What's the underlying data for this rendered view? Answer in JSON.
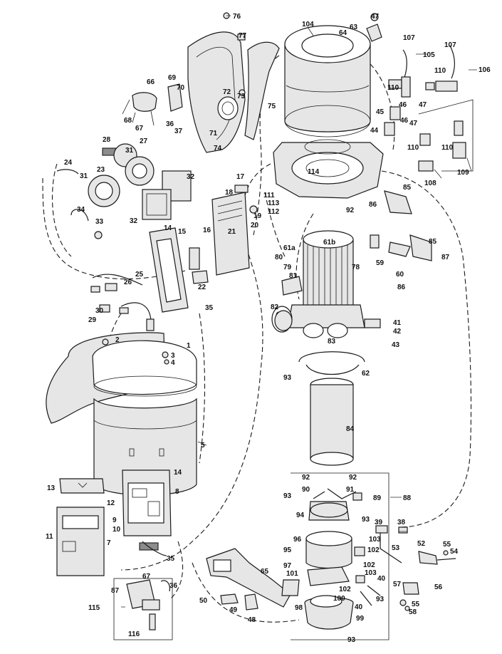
{
  "labels": [
    {
      "id": "l76",
      "text": "76"
    },
    {
      "id": "l77",
      "text": "77"
    },
    {
      "id": "l104",
      "text": "104"
    },
    {
      "id": "l47a",
      "text": "47"
    },
    {
      "id": "l63",
      "text": "63"
    },
    {
      "id": "l64",
      "text": "64"
    },
    {
      "id": "l107a",
      "text": "107"
    },
    {
      "id": "l107b",
      "text": "107"
    },
    {
      "id": "l105",
      "text": "105"
    },
    {
      "id": "l106",
      "text": "106"
    },
    {
      "id": "l110a",
      "text": "110"
    },
    {
      "id": "l110b",
      "text": "110"
    },
    {
      "id": "l66",
      "text": "66"
    },
    {
      "id": "l69",
      "text": "69"
    },
    {
      "id": "l70",
      "text": "70"
    },
    {
      "id": "l72",
      "text": "72"
    },
    {
      "id": "l73",
      "text": "73"
    },
    {
      "id": "l75",
      "text": "75"
    },
    {
      "id": "l45",
      "text": "45"
    },
    {
      "id": "l46a",
      "text": "46"
    },
    {
      "id": "l47b",
      "text": "47"
    },
    {
      "id": "l68",
      "text": "68"
    },
    {
      "id": "l67a",
      "text": "67"
    },
    {
      "id": "l36a",
      "text": "36"
    },
    {
      "id": "l37",
      "text": "37"
    },
    {
      "id": "l71",
      "text": "71"
    },
    {
      "id": "l44",
      "text": "44"
    },
    {
      "id": "l46b",
      "text": "46"
    },
    {
      "id": "l47c",
      "text": "47"
    },
    {
      "id": "l74",
      "text": "74"
    },
    {
      "id": "l28",
      "text": "28"
    },
    {
      "id": "l27",
      "text": "27"
    },
    {
      "id": "l31a",
      "text": "31"
    },
    {
      "id": "l24",
      "text": "24"
    },
    {
      "id": "l23",
      "text": "23"
    },
    {
      "id": "l31b",
      "text": "31"
    },
    {
      "id": "l32a",
      "text": "32"
    },
    {
      "id": "l114",
      "text": "114"
    },
    {
      "id": "l110c",
      "text": "110"
    },
    {
      "id": "l110d",
      "text": "110"
    },
    {
      "id": "l109",
      "text": "109"
    },
    {
      "id": "l17",
      "text": "17"
    },
    {
      "id": "l18",
      "text": "18"
    },
    {
      "id": "l111",
      "text": "111"
    },
    {
      "id": "l108",
      "text": "108"
    },
    {
      "id": "l85a",
      "text": "85"
    },
    {
      "id": "l113",
      "text": "113"
    },
    {
      "id": "l112",
      "text": "112"
    },
    {
      "id": "l34",
      "text": "34"
    },
    {
      "id": "l32b",
      "text": "32"
    },
    {
      "id": "l19",
      "text": "19"
    },
    {
      "id": "l20",
      "text": "20"
    },
    {
      "id": "l92a",
      "text": "92"
    },
    {
      "id": "l86a",
      "text": "86"
    },
    {
      "id": "l33",
      "text": "33"
    },
    {
      "id": "l14a",
      "text": "14"
    },
    {
      "id": "l15",
      "text": "15"
    },
    {
      "id": "l16",
      "text": "16"
    },
    {
      "id": "l21",
      "text": "21"
    },
    {
      "id": "l61b",
      "text": "61b"
    },
    {
      "id": "l61a",
      "text": "61a"
    },
    {
      "id": "l85b",
      "text": "85"
    },
    {
      "id": "l80",
      "text": "80"
    },
    {
      "id": "l87a",
      "text": "87"
    },
    {
      "id": "l59",
      "text": "59"
    },
    {
      "id": "l79",
      "text": "79"
    },
    {
      "id": "l78",
      "text": "78"
    },
    {
      "id": "l81",
      "text": "81"
    },
    {
      "id": "l60",
      "text": "60"
    },
    {
      "id": "l25",
      "text": "25"
    },
    {
      "id": "l26",
      "text": "26"
    },
    {
      "id": "l86b",
      "text": "86"
    },
    {
      "id": "l22",
      "text": "22"
    },
    {
      "id": "l30",
      "text": "30"
    },
    {
      "id": "l35a",
      "text": "35"
    },
    {
      "id": "l82",
      "text": "82"
    },
    {
      "id": "l41",
      "text": "41"
    },
    {
      "id": "l29",
      "text": "29"
    },
    {
      "id": "l42",
      "text": "42"
    },
    {
      "id": "l2",
      "text": "2"
    },
    {
      "id": "l83",
      "text": "83"
    },
    {
      "id": "l43",
      "text": "43"
    },
    {
      "id": "l1",
      "text": "1"
    },
    {
      "id": "l3",
      "text": "3"
    },
    {
      "id": "l4",
      "text": "4"
    },
    {
      "id": "l93a",
      "text": "93"
    },
    {
      "id": "l62",
      "text": "62"
    },
    {
      "id": "l84",
      "text": "84"
    },
    {
      "id": "l5",
      "text": "5"
    },
    {
      "id": "l14b",
      "text": "14"
    },
    {
      "id": "l92b",
      "text": "92"
    },
    {
      "id": "l92c",
      "text": "92"
    },
    {
      "id": "l13",
      "text": "13"
    },
    {
      "id": "l8",
      "text": "8"
    },
    {
      "id": "l90",
      "text": "90"
    },
    {
      "id": "l91",
      "text": "91"
    },
    {
      "id": "l93b",
      "text": "93"
    },
    {
      "id": "l89",
      "text": "89"
    },
    {
      "id": "l88",
      "text": "88"
    },
    {
      "id": "l12",
      "text": "12"
    },
    {
      "id": "l94",
      "text": "94"
    },
    {
      "id": "l9",
      "text": "9"
    },
    {
      "id": "l93c",
      "text": "93"
    },
    {
      "id": "l10",
      "text": "10"
    },
    {
      "id": "l39",
      "text": "39"
    },
    {
      "id": "l38",
      "text": "38"
    },
    {
      "id": "l11",
      "text": "11"
    },
    {
      "id": "l96",
      "text": "96"
    },
    {
      "id": "l103a",
      "text": "103"
    },
    {
      "id": "l7",
      "text": "7"
    },
    {
      "id": "l95",
      "text": "95"
    },
    {
      "id": "l102a",
      "text": "102"
    },
    {
      "id": "l53",
      "text": "53"
    },
    {
      "id": "l52",
      "text": "52"
    },
    {
      "id": "l55a",
      "text": "55"
    },
    {
      "id": "l54",
      "text": "54"
    },
    {
      "id": "l35b",
      "text": "35"
    },
    {
      "id": "l65",
      "text": "65"
    },
    {
      "id": "l97",
      "text": "97"
    },
    {
      "id": "l102b",
      "text": "102"
    },
    {
      "id": "l103b",
      "text": "103"
    },
    {
      "id": "l67b",
      "text": "67"
    },
    {
      "id": "l101",
      "text": "101"
    },
    {
      "id": "l40a",
      "text": "40"
    },
    {
      "id": "l36b",
      "text": "36"
    },
    {
      "id": "l87b",
      "text": "87"
    },
    {
      "id": "l102c",
      "text": "102"
    },
    {
      "id": "l57",
      "text": "57"
    },
    {
      "id": "l56",
      "text": "56"
    },
    {
      "id": "l93d",
      "text": "93"
    },
    {
      "id": "l100",
      "text": "100"
    },
    {
      "id": "l50",
      "text": "50"
    },
    {
      "id": "l40b",
      "text": "40"
    },
    {
      "id": "l115",
      "text": "115"
    },
    {
      "id": "l49",
      "text": "49"
    },
    {
      "id": "l98",
      "text": "98"
    },
    {
      "id": "l55b",
      "text": "55"
    },
    {
      "id": "l58",
      "text": "58"
    },
    {
      "id": "l48",
      "text": "48"
    },
    {
      "id": "l99",
      "text": "99"
    },
    {
      "id": "l116",
      "text": "116"
    },
    {
      "id": "l93e",
      "text": "93"
    }
  ]
}
